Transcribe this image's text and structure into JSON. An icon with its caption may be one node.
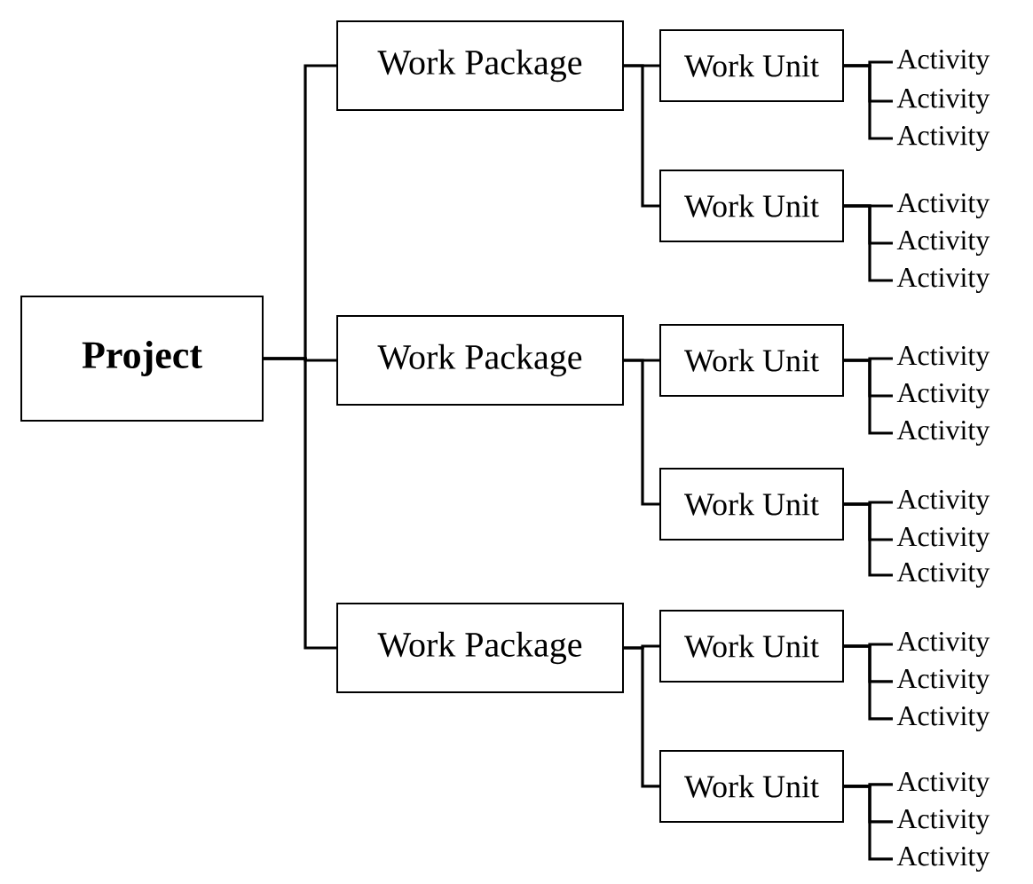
{
  "diagram": {
    "nodes": [
      {
        "text": [
          "Project"
        ]
      },
      {
        "text": [
          "Work Package"
        ]
      },
      {
        "text": [
          "Work Unit"
        ]
      },
      {
        "text": [
          "Activity"
        ]
      },
      {
        "text": [
          "Activity"
        ]
      },
      {
        "text": [
          "Activity"
        ]
      },
      {
        "text": [
          "Work Unit"
        ]
      },
      {
        "text": [
          "Activity"
        ]
      },
      {
        "text": [
          "Activity"
        ]
      },
      {
        "text": [
          "Activity"
        ]
      },
      {
        "text": [
          "Work Package"
        ]
      },
      {
        "text": [
          "Work Unit"
        ]
      },
      {
        "text": [
          "Activity"
        ]
      },
      {
        "text": [
          "Activity"
        ]
      },
      {
        "text": [
          "Activity"
        ]
      },
      {
        "text": [
          "Work Unit"
        ]
      },
      {
        "text": [
          "Activity"
        ]
      },
      {
        "text": [
          "Activity"
        ]
      },
      {
        "text": [
          "Activity"
        ]
      },
      {
        "text": [
          "Work Package"
        ]
      },
      {
        "text": [
          "Work Unit"
        ]
      },
      {
        "text": [
          "Activity"
        ]
      },
      {
        "text": [
          "Activity"
        ]
      },
      {
        "text": [
          "Activity"
        ]
      },
      {
        "text": [
          "Work Unit"
        ]
      },
      {
        "text": [
          "Activity"
        ]
      },
      {
        "text": [
          "Activity"
        ]
      },
      {
        "text": [
          "Activity"
        ]
      }
    ],
    "edges": [
      {
        "from": 0,
        "to": 1,
        "arrow": "none"
      },
      {
        "from": 0,
        "to": 10,
        "arrow": "none"
      },
      {
        "from": 0,
        "to": 19,
        "arrow": "none"
      },
      {
        "from": 1,
        "to": 2,
        "arrow": "none"
      },
      {
        "from": 1,
        "to": 6,
        "arrow": "none"
      },
      {
        "from": 10,
        "to": 11,
        "arrow": "none"
      },
      {
        "from": 10,
        "to": 15,
        "arrow": "none"
      },
      {
        "from": 19,
        "to": 20,
        "arrow": "none"
      },
      {
        "from": 19,
        "to": 24,
        "arrow": "none"
      },
      {
        "from": 2,
        "to": 3,
        "arrow": "none"
      },
      {
        "from": 2,
        "to": 4,
        "arrow": "none"
      },
      {
        "from": 2,
        "to": 5,
        "arrow": "none"
      },
      {
        "from": 6,
        "to": 7,
        "arrow": "none"
      },
      {
        "from": 6,
        "to": 8,
        "arrow": "none"
      },
      {
        "from": 6,
        "to": 9,
        "arrow": "none"
      },
      {
        "from": 11,
        "to": 12,
        "arrow": "none"
      },
      {
        "from": 11,
        "to": 13,
        "arrow": "none"
      },
      {
        "from": 11,
        "to": 14,
        "arrow": "none"
      },
      {
        "from": 15,
        "to": 16,
        "arrow": "none"
      },
      {
        "from": 15,
        "to": 17,
        "arrow": "none"
      },
      {
        "from": 15,
        "to": 18,
        "arrow": "none"
      },
      {
        "from": 20,
        "to": 21,
        "arrow": "none"
      },
      {
        "from": 20,
        "to": 22,
        "arrow": "none"
      },
      {
        "from": 20,
        "to": 23,
        "arrow": "none"
      },
      {
        "from": 24,
        "to": 25,
        "arrow": "none"
      },
      {
        "from": 24,
        "to": 26,
        "arrow": "none"
      },
      {
        "from": 24,
        "to": 27,
        "arrow": "none"
      }
    ]
  }
}
